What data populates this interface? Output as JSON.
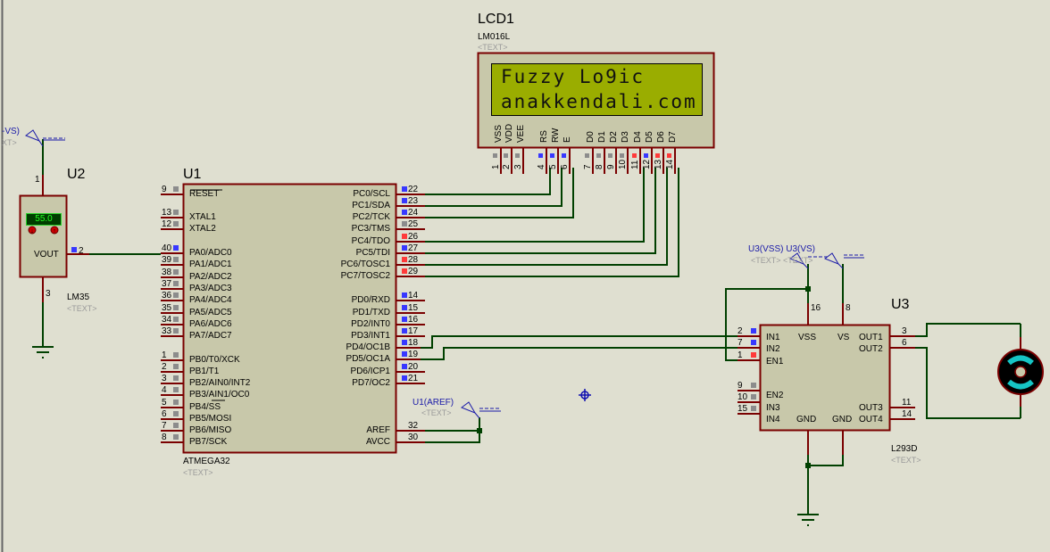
{
  "lcd": {
    "ref": "LCD1",
    "part": "LM016L",
    "text_placeholder": "<TEXT>",
    "line1": "Fuzzy Lo9ic",
    "line2": "anakkendali.com",
    "pin_labels": [
      "VSS",
      "VDD",
      "VEE",
      "RS",
      "RW",
      "E",
      "D0",
      "D1",
      "D2",
      "D3",
      "D4",
      "D5",
      "D6",
      "D7"
    ],
    "pins": [
      {
        "num": "1",
        "state": "gray"
      },
      {
        "num": "2",
        "state": "gray"
      },
      {
        "num": "3",
        "state": "gray"
      },
      {
        "num": "4",
        "state": "blue"
      },
      {
        "num": "5",
        "state": "blue"
      },
      {
        "num": "6",
        "state": "blue"
      },
      {
        "num": "7",
        "state": "gray"
      },
      {
        "num": "8",
        "state": "gray"
      },
      {
        "num": "9",
        "state": "gray"
      },
      {
        "num": "10",
        "state": "gray"
      },
      {
        "num": "11",
        "state": "red"
      },
      {
        "num": "12",
        "state": "blue"
      },
      {
        "num": "13",
        "state": "red"
      },
      {
        "num": "14",
        "state": "red"
      }
    ]
  },
  "u2": {
    "ref": "U2",
    "part": "LM35",
    "text_placeholder": "<TEXT>",
    "reading": "55.0",
    "pin_label": "VOUT",
    "pins": [
      {
        "num": "1"
      },
      {
        "num": "2",
        "state": "blue"
      },
      {
        "num": "3"
      }
    ],
    "power_label": "-VS)",
    "power_text": "XT>"
  },
  "u1": {
    "ref": "U1",
    "part": "ATMEGA32",
    "text_placeholder": "<TEXT>",
    "left_pins": [
      {
        "num": "9",
        "name": "RESET",
        "state": "gray"
      },
      {
        "num": "13",
        "name": "XTAL1",
        "state": "gray"
      },
      {
        "num": "12",
        "name": "XTAL2",
        "state": "gray"
      },
      {
        "num": "40",
        "name": "PA0/ADC0",
        "state": "blue"
      },
      {
        "num": "39",
        "name": "PA1/ADC1",
        "state": "gray"
      },
      {
        "num": "38",
        "name": "PA2/ADC2",
        "state": "gray"
      },
      {
        "num": "37",
        "name": "PA3/ADC3",
        "state": "gray"
      },
      {
        "num": "36",
        "name": "PA4/ADC4",
        "state": "gray"
      },
      {
        "num": "35",
        "name": "PA5/ADC5",
        "state": "gray"
      },
      {
        "num": "34",
        "name": "PA6/ADC6",
        "state": "gray"
      },
      {
        "num": "33",
        "name": "PA7/ADC7",
        "state": "gray"
      },
      {
        "num": "1",
        "name": "PB0/T0/XCK",
        "state": "gray"
      },
      {
        "num": "2",
        "name": "PB1/T1",
        "state": "gray"
      },
      {
        "num": "3",
        "name": "PB2/AIN0/INT2",
        "state": "gray"
      },
      {
        "num": "4",
        "name": "PB3/AIN1/OC0",
        "state": "gray"
      },
      {
        "num": "5",
        "name": "PB4/SS",
        "state": "gray"
      },
      {
        "num": "6",
        "name": "PB5/MOSI",
        "state": "gray"
      },
      {
        "num": "7",
        "name": "PB6/MISO",
        "state": "gray"
      },
      {
        "num": "8",
        "name": "PB7/SCK",
        "state": "gray"
      }
    ],
    "right_pins": [
      {
        "num": "22",
        "name": "PC0/SCL",
        "state": "blue"
      },
      {
        "num": "23",
        "name": "PC1/SDA",
        "state": "blue"
      },
      {
        "num": "24",
        "name": "PC2/TCK",
        "state": "blue"
      },
      {
        "num": "25",
        "name": "PC3/TMS",
        "state": "gray"
      },
      {
        "num": "26",
        "name": "PC4/TDO",
        "state": "red"
      },
      {
        "num": "27",
        "name": "PC5/TDI",
        "state": "blue"
      },
      {
        "num": "28",
        "name": "PC6/TOSC1",
        "state": "red"
      },
      {
        "num": "29",
        "name": "PC7/TOSC2",
        "state": "red"
      },
      {
        "num": "14",
        "name": "PD0/RXD",
        "state": "blue"
      },
      {
        "num": "15",
        "name": "PD1/TXD",
        "state": "blue"
      },
      {
        "num": "16",
        "name": "PD2/INT0",
        "state": "blue"
      },
      {
        "num": "17",
        "name": "PD3/INT1",
        "state": "blue"
      },
      {
        "num": "18",
        "name": "PD4/OC1B",
        "state": "blue"
      },
      {
        "num": "19",
        "name": "PD5/OC1A",
        "state": "blue"
      },
      {
        "num": "20",
        "name": "PD6/ICP1",
        "state": "blue"
      },
      {
        "num": "21",
        "name": "PD7/OC2",
        "state": "blue"
      },
      {
        "num": "32",
        "name": "AREF",
        "state": "none"
      },
      {
        "num": "30",
        "name": "AVCC",
        "state": "none"
      }
    ],
    "aref_label": "U1(AREF)",
    "aref_text": "<TEXT>"
  },
  "u3": {
    "ref": "U3",
    "part": "L293D",
    "text_placeholder": "<TEXT>",
    "power_labels": "U3(VSS) U3(VS)",
    "power_text": "<TEXT> <TEXT>",
    "inner": {
      "in1": "IN1",
      "in2": "IN2",
      "en1": "EN1",
      "en2": "EN2",
      "in3": "IN3",
      "in4": "IN4",
      "vss": "VSS",
      "vs": "VS",
      "gnd1": "GND",
      "gnd2": "GND",
      "out1": "OUT1",
      "out2": "OUT2",
      "out3": "OUT3",
      "out4": "OUT4"
    },
    "pins": {
      "in1": "2",
      "in2": "7",
      "en1": "1",
      "en2": "9",
      "in3": "10",
      "in4": "15",
      "vss": "16",
      "vs": "8",
      "out1": "3",
      "out2": "6",
      "out3": "11",
      "out4": "14"
    }
  },
  "colors": {
    "background": "#dfdfd0",
    "component_fill": "#c8c8aa",
    "component_border": "#7a0000",
    "wire": "#004000",
    "pin_blue": "#3838ff",
    "pin_red": "#ff3a3a",
    "pin_gray": "#8c8c8c",
    "lcd_screen": "#9aad00",
    "terminal": "#1a1aa8",
    "motor_arc": "#16c4c4"
  }
}
